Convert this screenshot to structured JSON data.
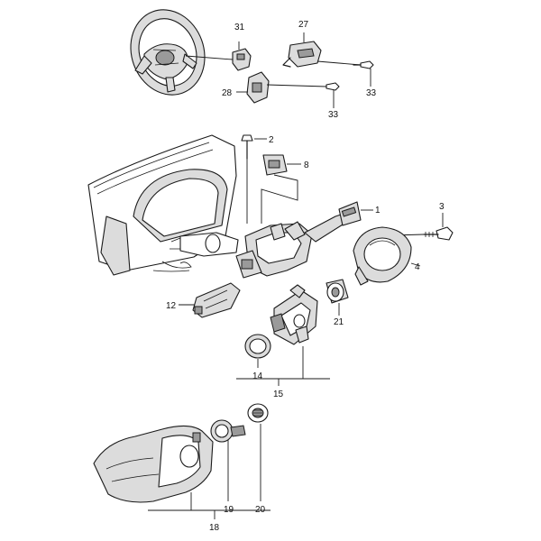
{
  "labels": {
    "l1": "1",
    "l2": "2",
    "l3": "3",
    "l4": "4",
    "l8": "8",
    "l12": "12",
    "l14": "14",
    "l15": "15",
    "l18": "18",
    "l19": "19",
    "l20": "20",
    "l21": "21",
    "l27": "27",
    "l28": "28",
    "l31": "31",
    "l33a": "33",
    "l33b": "33"
  }
}
